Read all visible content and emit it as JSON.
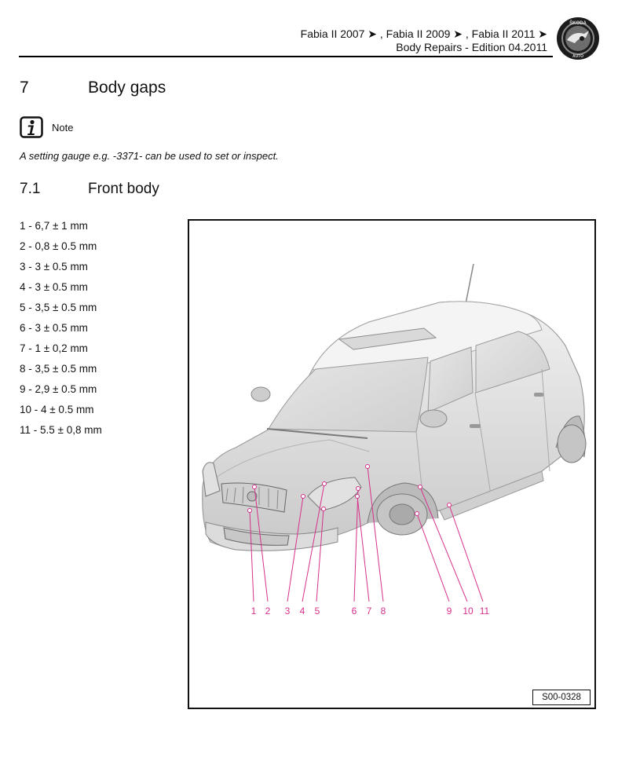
{
  "header": {
    "applicability": "Fabia II 2007 ➤ , Fabia II 2009 ➤ , Fabia II 2011 ➤",
    "manual": "Body Repairs - Edition 04.2011",
    "logo_text": "ŠKODA AUTO",
    "logo_icon": "skoda-logo-icon"
  },
  "section": {
    "number": "7",
    "title": "Body gaps"
  },
  "note": {
    "icon": "info-icon",
    "label": "Note",
    "text": "A setting gauge e.g. -3371- can be used to set or inspect."
  },
  "subsection": {
    "number": "7.1",
    "title": "Front body"
  },
  "specs": [
    "1 - 6,7 ± 1 mm",
    "2 - 0,8 ± 0.5 mm",
    "3 - 3 ± 0.5 mm",
    "4 - 3 ± 0.5 mm",
    "5 - 3,5 ± 0.5 mm",
    "6 - 3 ± 0.5 mm",
    "7 - 1 ± 0,2 mm",
    "8 - 3,5 ± 0.5 mm",
    "9 - 2,9 ± 0.5 mm",
    "10 - 4 ± 0.5 mm",
    "11 - 5.5 ± 0,8 mm"
  ],
  "figure": {
    "code": "S00-0328",
    "callouts": [
      "1",
      "2",
      "3",
      "4",
      "5",
      "6",
      "7",
      "8",
      "9",
      "10",
      "11"
    ],
    "callout_color": "#d6308a"
  }
}
